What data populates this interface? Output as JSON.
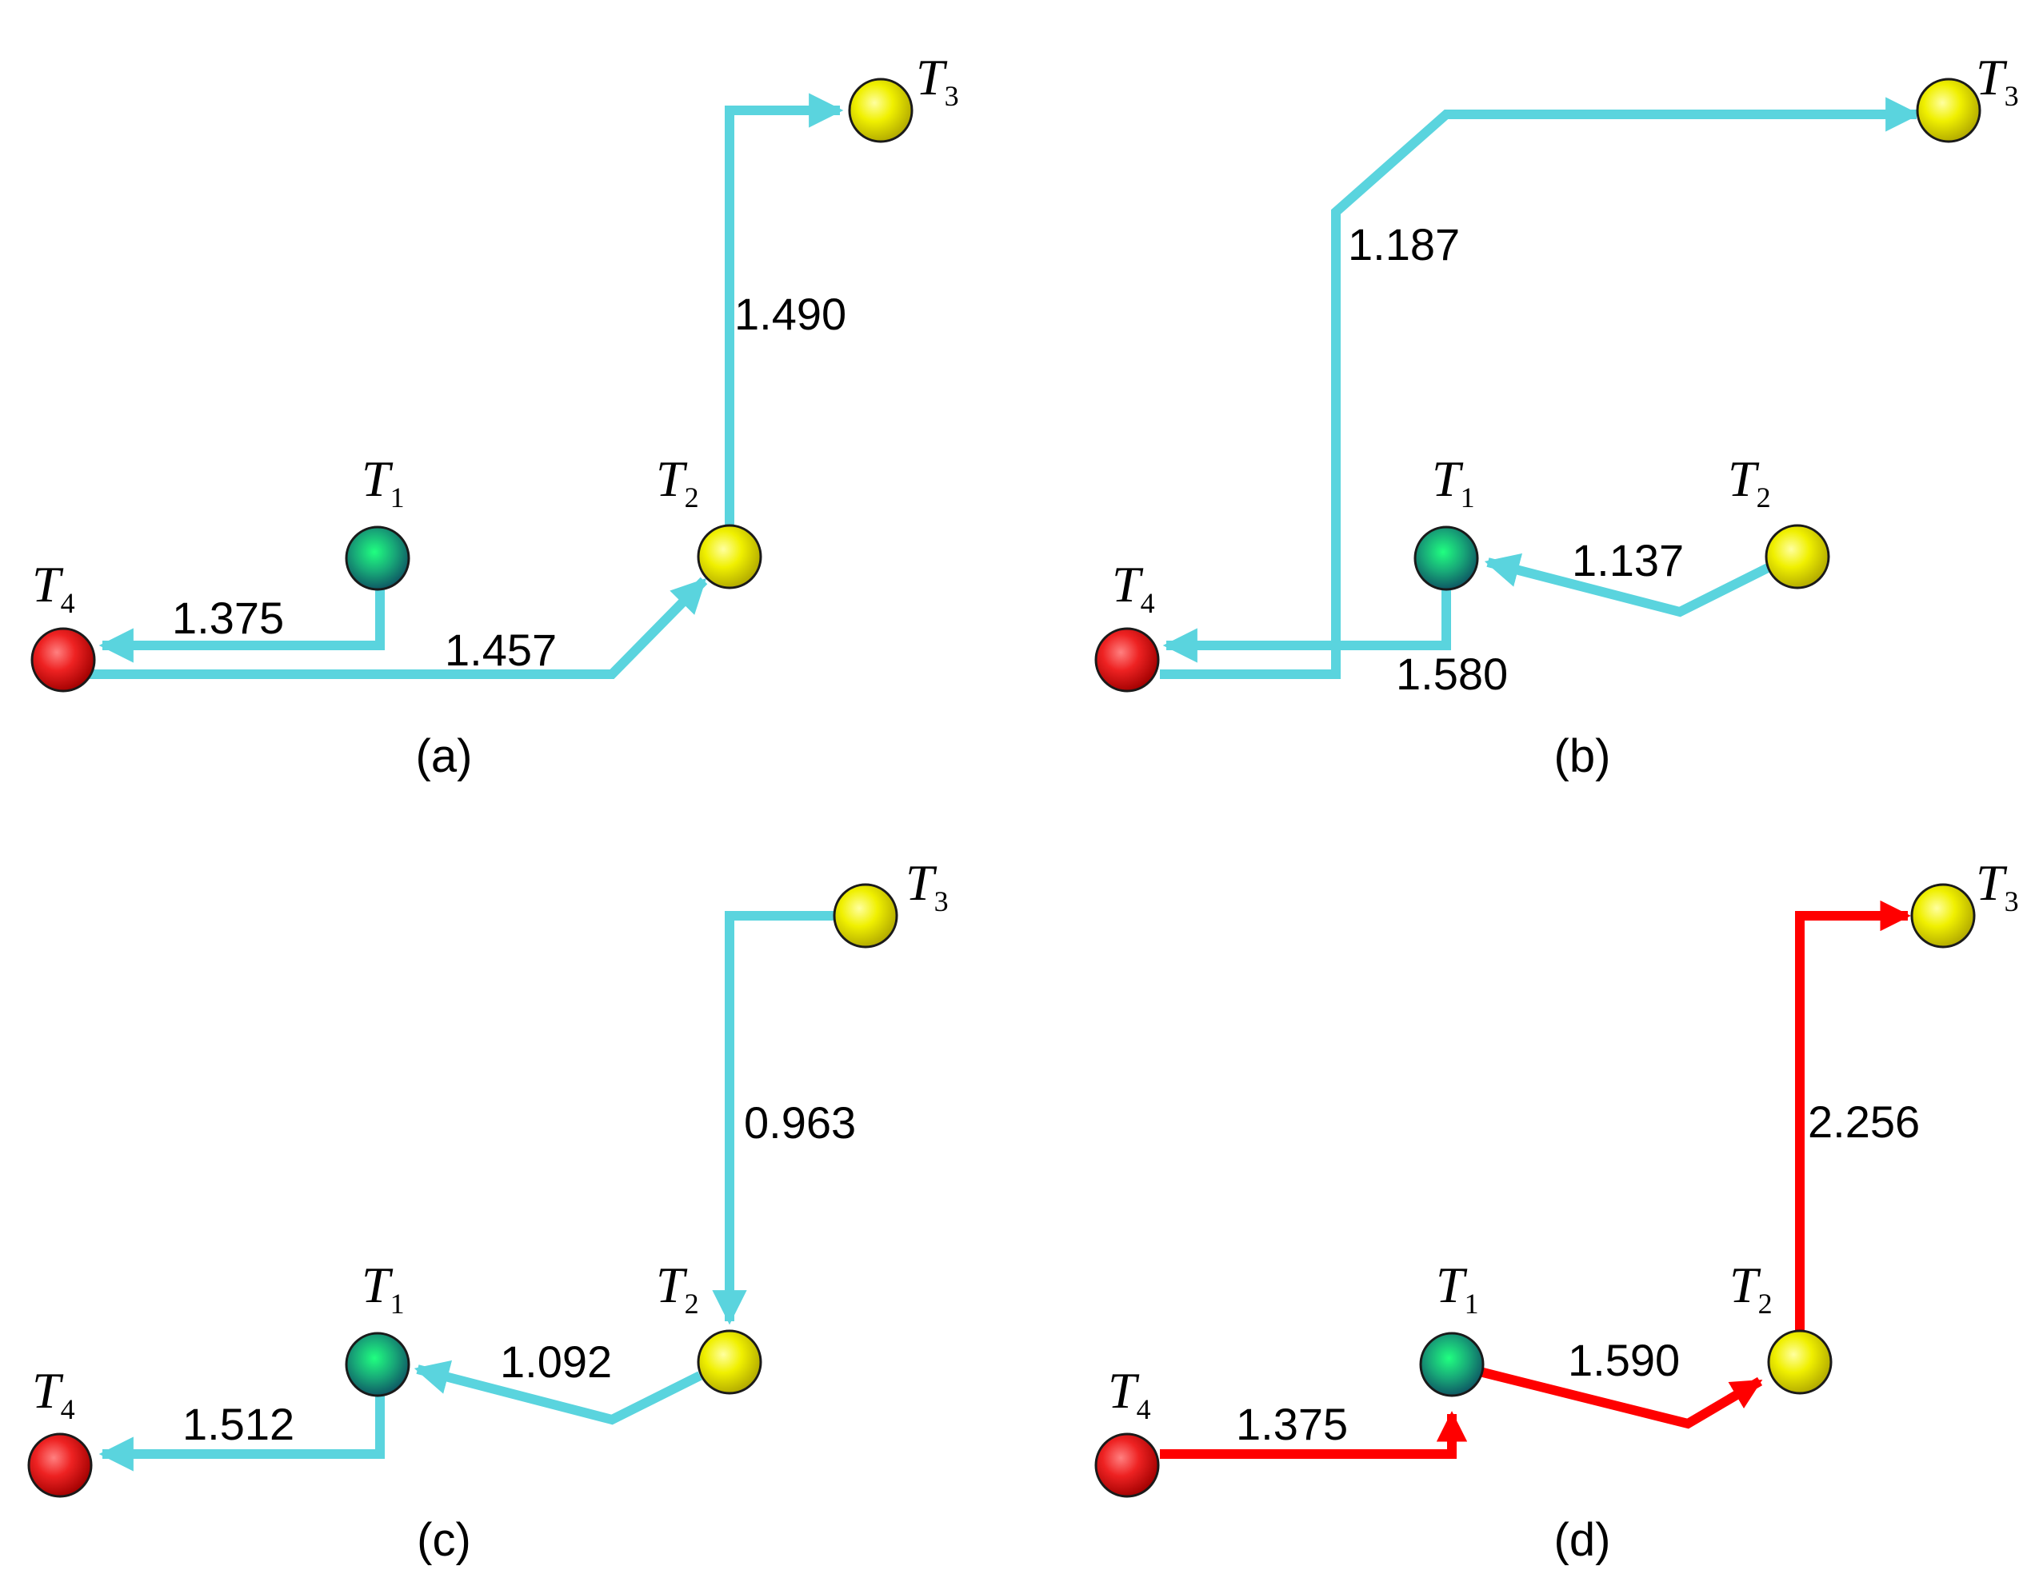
{
  "colors": {
    "edge_blue": "#5ad4de",
    "edge_red": "#ff0000",
    "node_t1": "#18a878",
    "node_t2_t3": "#f0f000",
    "node_t4": "#ee2222"
  },
  "panels": [
    {
      "caption": "(a)",
      "nodes": [
        {
          "id": "T1",
          "letter": "T",
          "sub": "1"
        },
        {
          "id": "T2",
          "letter": "T",
          "sub": "2"
        },
        {
          "id": "T3",
          "letter": "T",
          "sub": "3"
        },
        {
          "id": "T4",
          "letter": "T",
          "sub": "4"
        }
      ],
      "edges": [
        {
          "from": "T1",
          "to": "T4",
          "weight": "1.375"
        },
        {
          "from": "T4",
          "to": "T2",
          "weight": "1.457"
        },
        {
          "from": "T2",
          "to": "T3",
          "weight": "1.490"
        }
      ]
    },
    {
      "caption": "(b)",
      "nodes": [
        {
          "id": "T1",
          "letter": "T",
          "sub": "1"
        },
        {
          "id": "T2",
          "letter": "T",
          "sub": "2"
        },
        {
          "id": "T3",
          "letter": "T",
          "sub": "3"
        },
        {
          "id": "T4",
          "letter": "T",
          "sub": "4"
        }
      ],
      "edges": [
        {
          "from": "T4",
          "to": "T3",
          "weight": "1.187"
        },
        {
          "from": "T2",
          "to": "T1",
          "weight": "1.137"
        },
        {
          "from": "T1",
          "to": "T4",
          "weight": "1.580"
        }
      ]
    },
    {
      "caption": "(c)",
      "nodes": [
        {
          "id": "T1",
          "letter": "T",
          "sub": "1"
        },
        {
          "id": "T2",
          "letter": "T",
          "sub": "2"
        },
        {
          "id": "T3",
          "letter": "T",
          "sub": "3"
        },
        {
          "id": "T4",
          "letter": "T",
          "sub": "4"
        }
      ],
      "edges": [
        {
          "from": "T3",
          "to": "T2",
          "weight": "0.963"
        },
        {
          "from": "T2",
          "to": "T1",
          "weight": "1.092"
        },
        {
          "from": "T1",
          "to": "T4",
          "weight": "1.512"
        }
      ]
    },
    {
      "caption": "(d)",
      "nodes": [
        {
          "id": "T1",
          "letter": "T",
          "sub": "1"
        },
        {
          "id": "T2",
          "letter": "T",
          "sub": "2"
        },
        {
          "id": "T3",
          "letter": "T",
          "sub": "3"
        },
        {
          "id": "T4",
          "letter": "T",
          "sub": "4"
        }
      ],
      "edges": [
        {
          "from": "T4",
          "to": "T1",
          "weight": "1.375"
        },
        {
          "from": "T1",
          "to": "T2",
          "weight": "1.590"
        },
        {
          "from": "T2",
          "to": "T3",
          "weight": "2.256"
        }
      ]
    }
  ]
}
